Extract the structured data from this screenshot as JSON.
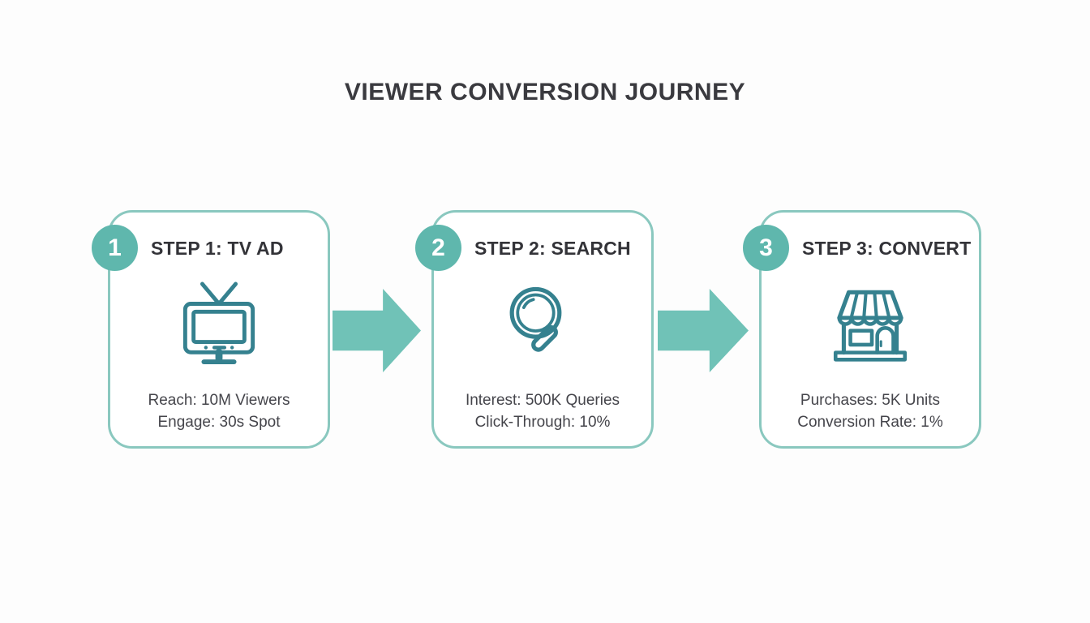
{
  "page": {
    "title": "VIEWER CONVERSION JOURNEY"
  },
  "colors": {
    "card_border": "#8AC8BF",
    "badge_fill": "#5FB7AD",
    "arrow_fill": "#70C2B7",
    "icon_stroke": "#35818F",
    "title_text": "#3A3A3F",
    "body_text": "#45454B"
  },
  "steps": [
    {
      "number": "1",
      "title": "STEP 1: TV AD",
      "icon": "tv-icon",
      "stats": [
        "Reach: 10M Viewers",
        "Engage: 30s Spot"
      ]
    },
    {
      "number": "2",
      "title": "STEP 2: SEARCH",
      "icon": "search-icon",
      "stats": [
        "Interest: 500K Queries",
        "Click-Through: 10%"
      ]
    },
    {
      "number": "3",
      "title": "STEP 3: CONVERT",
      "icon": "store-icon",
      "stats": [
        "Purchases: 5K Units",
        "Conversion Rate: 1%"
      ]
    }
  ]
}
